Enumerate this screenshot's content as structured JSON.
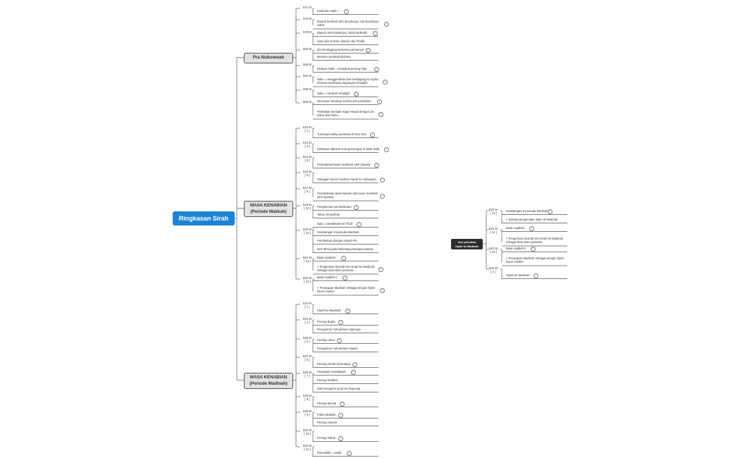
{
  "root": "Ringkasan Sirah",
  "sections": [
    {
      "title": [
        "Pra Nubuwwah"
      ],
      "groups": [
        {
          "year": [
            "571 M"
          ],
          "events": [
            [
              "Kelahiran Nabi ="
            ]
          ]
        },
        {
          "year": [
            "576 M"
          ],
          "events": [
            [
              "Diasuh kembali oleh ibundanya, lalu ibundanya",
              "wafat"
            ]
          ]
        },
        {
          "year": [
            "578 M"
          ],
          "events": [
            [
              "Diasuh oleh kakeknya, Abdul Muthalib"
            ],
            [
              "Saat usia 8 tahun diasuh Abu Thalib"
            ]
          ]
        },
        {
          "year": [
            "583 M"
          ],
          "events": [
            [
              "Ikut berdagang bersama pamannya"
            ],
            [
              "Bertemu pendeta Buhaira"
            ]
          ]
        },
        {
          "year": [
            "586 M"
          ],
          "events": [
            [
              "Ekskusi Nabi = mengikuti perang Fijar"
            ]
          ]
        },
        {
          "year": [
            "594 M"
          ],
          "events": [
            [
              "Nabi = menggembala dan berdagang ke Syiria,",
              "beserta membawa dagangan Khadijah"
            ]
          ]
        },
        {
          "year": [
            "595 M"
          ],
          "events": [
            [
              "Nabi = menikah Khadijah"
            ]
          ]
        },
        {
          "year": [
            "605 M"
          ],
          "events": [
            [
              "Renovasi rekotinya ka'bah dan perbaikan"
            ],
            [
              "Peletakan kembali Hajar Aswad dengan ide",
              "solusi dari Nabi ="
            ]
          ]
        }
      ]
    },
    {
      "title": [
        "MASA KENABIAN",
        "(Periode Makkah)"
      ],
      "groups": [
        {
          "year": [
            "610 M",
            "[ 1 ]"
          ],
          "events": [
            [
              "Turunnya wahyu pertama di Gua Hira"
            ]
          ]
        },
        {
          "year": [
            "613 M",
            "[ 4 ]"
          ],
          "events": [
            [
              "Deklarasi dakwah terang-terangan di bukit Safa"
            ]
          ]
        },
        {
          "year": [
            "614 M",
            "[ 5 ]"
          ],
          "events": [
            [
              "Penindasan kaum muslimin oleh Quraisy"
            ]
          ]
        },
        {
          "year": [
            "615 M",
            "[ 6 ]"
          ],
          "events": [
            [
              "Sebagian kaum muslimin hijrah ke Habasyah"
            ]
          ]
        },
        {
          "year": [
            "617 M",
            "[ 8 ]"
          ],
          "events": [
            [
              "Pemboikotan Bani Hasyim dan kaum muslimin",
              "oleh Quraisy"
            ]
          ]
        },
        {
          "year": [
            "619 M",
            "[ 10 ]"
          ],
          "events": [
            [
              "Penghentian pemboikotan"
            ],
            [
              "Tahun Kesedihan"
            ]
          ]
        },
        {
          "year": [
            "620 M",
            "[ 11 ]"
          ],
          "events": [
            [
              "Nabi = berdakwah ke Thaif"
            ],
            [
              "Kedatangan 6 pemuda Madinah"
            ],
            [
              "Pernikahan dengan Aisyah RA"
            ],
            [
              "Isra' Mi'raj (ada beberapa pendapat waktu)"
            ]
          ]
        },
        {
          "year": [
            "621 M",
            "[ 12 ]"
          ],
          "events": [
            [
              "Baiat Aqabah I"
            ],
            [
              "> Pengiriman Mus'ab bin Umair ke Madinah",
              "sebagai duta islam pertama"
            ]
          ]
        },
        {
          "year": [
            "622 M",
            "[ 13 ]"
          ],
          "events": [
            [
              "Baiat Aqabah II"
            ],
            [
              "> Penyiapan Madinah sebagai tempat hijrah",
              "kaum muslim"
            ]
          ]
        }
      ]
    },
    {
      "title": [
        "MASA KENABIAN",
        "(Periode Madinah)"
      ],
      "groups": [
        {
          "year": [
            "622 M",
            "[ 1 ]"
          ],
          "events": [
            [
              "Hijrah ke Madinah"
            ]
          ]
        },
        {
          "year": [
            "624 M",
            "[ 2 ]"
          ],
          "events": [
            [
              "Perang Badar"
            ],
            [
              "Pengusiran Yahudi Bani Qainuqa"
            ]
          ]
        },
        {
          "year": [
            "625 M",
            "[ 4 ]"
          ],
          "events": [
            [
              "Perang Uhud"
            ],
            [
              "Pengusiran Yahudi Bani Nadzir"
            ]
          ]
        },
        {
          "year": [
            "627 M",
            "[ 6 ]"
          ],
          "events": [
            [
              "Perang Ahzab (Khandaq)"
            ]
          ]
        },
        {
          "year": [
            "628 M",
            "[ 7 ]"
          ],
          "events": [
            [
              "Perjanjian Hudaibiyah"
            ],
            [
              "Perang Khaibar"
            ],
            [
              "Nabi mengirim surat ke Raja-raja"
            ]
          ]
        },
        {
          "year": [
            "629 M",
            "[ 8 ]"
          ],
          "events": [
            [
              "Perang Mu'tah"
            ]
          ]
        },
        {
          "year": [
            "630 M",
            "[ 9 ]"
          ],
          "events": [
            [
              "Fathu Makkah"
            ],
            [
              "Perang Hunain"
            ]
          ]
        },
        {
          "year": [
            "631 M",
            "[ 10 ]"
          ],
          "events": [
            [
              "Perang Tabuk"
            ]
          ]
        },
        {
          "year": [
            "632 M",
            "[ 11 ]"
          ],
          "events": [
            [
              "Rasulullah = wafat"
            ]
          ]
        }
      ]
    }
  ],
  "aside": {
    "title": [
      "Alur peristiwa",
      "hijrah ke Madinah"
    ],
    "groups": [
      {
        "year": [
          "620 M",
          "[ 11 ]"
        ],
        "events": [
          [
            "Kedatangan 6 pemuda Madinah"
          ],
          [
            "> Dimulai pengenalan islam di Madinah"
          ]
        ]
      },
      {
        "year": [
          "621 M",
          "[ 12 ]"
        ],
        "events": [
          [
            "Baiat Aqabah I"
          ],
          [
            "> Pengiriman Mus'ab bin Umair ke Madinah",
            "sebagai duta islam pertama"
          ]
        ]
      },
      {
        "year": [
          "622 M",
          "[ 13 ]"
        ],
        "events": [
          [
            "Baiat Aqabah II"
          ],
          [
            "> Penyiapan Madinah sebagai tempat hijrah",
            "kaum muslim"
          ]
        ]
      },
      {
        "year": [
          "622 M",
          "[ 1 ]"
        ],
        "events": [
          [
            "Hijrah ke Madinah"
          ]
        ]
      }
    ]
  },
  "collapse_icon": "collapse-circle-icon",
  "colors": {
    "root": "#1a84d6",
    "section": "#e3e3e3",
    "aside": "#2d2d2d",
    "line": "#555555"
  }
}
